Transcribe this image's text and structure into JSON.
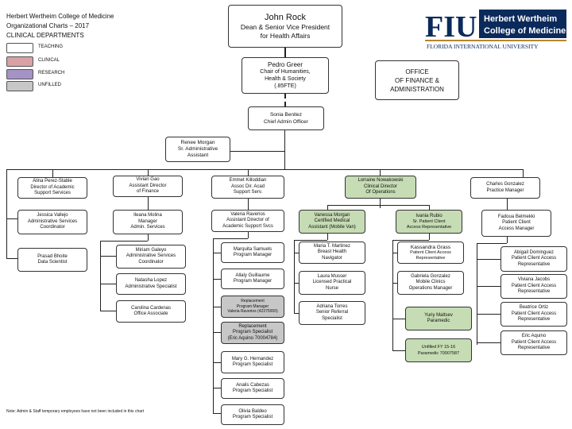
{
  "header": {
    "line1": "Herbert Wertheim College of Medicine",
    "line2": "Organizational Charts – 2017",
    "line3": "CLINICAL DEPARTMENTS"
  },
  "legend": [
    {
      "label": "TEACHING",
      "color": "#ffffff"
    },
    {
      "label": "CLINICAL",
      "color": "#d9a0a6"
    },
    {
      "label": "RESEARCH",
      "color": "#a493c4"
    },
    {
      "label": "UNFILLED",
      "color": "#c7c7c7"
    }
  ],
  "logo": {
    "mark": "FIU",
    "name1": "Herbert Wertheim",
    "name2": "College of Medicine",
    "sub": "FLORIDA INTERNATIONAL UNIVERSITY",
    "navy": "#0b2a5b",
    "gold": "#b6862c"
  },
  "top": {
    "name": "John Rock",
    "title1": "Dean & Senior Vice President",
    "title2": "for Health Affairs"
  },
  "greer": {
    "name": "Pedro Greer",
    "t1": "Chair of Humanities,",
    "t2": "Health & Society",
    "t3": "(.85FTE)"
  },
  "office": {
    "l1": "OFFICE",
    "l2": "OF FINANCE &",
    "l3": "ADMINISTRATION"
  },
  "benitez": {
    "name": "Sonia Benitez",
    "title": "Chief Admin Officer"
  },
  "morgan_r": {
    "name": "Renee Morgan",
    "t1": "Sr. Administrative",
    "t2": "Assistant"
  },
  "cols": {
    "c1": [
      {
        "l1": "Alina Perez-Stable",
        "l2": "Director of Academic",
        "l3": "Support Services"
      },
      {
        "l1": "Jessica Vallejo",
        "l2": "Administrative Services",
        "l3": "Coordinator"
      },
      {
        "l1": "Prasad Bhoite",
        "l2": "Data Scientist",
        "l3": ""
      }
    ],
    "c2": [
      {
        "l1": "Vivian Gao",
        "l2": "Assistant Director",
        "l3": "of Finance"
      },
      {
        "l1": "Ileana Molina",
        "l2": "Manager",
        "l3": "Admin. Services"
      },
      {
        "l1": "Miriam Galeyo",
        "l2": "Administrative Services",
        "l3": "Coordinator"
      },
      {
        "l1": "Natasha Lopez",
        "l2": "Administrative Specialist",
        "l3": ""
      },
      {
        "l1": "Carolina Cardenas",
        "l2": "Office Associate",
        "l3": ""
      }
    ],
    "c3": [
      {
        "l1": "Emmet Killoddian",
        "l2": "Assoc Dir. Acad",
        "l3": "Support Serv."
      },
      {
        "l1": "Valeria Raverios",
        "l2": "Assistant Director of",
        "l3": "Academic Support Svcs"
      },
      {
        "l1": "Marquita Samuels",
        "l2": "Program Manager",
        "l3": ""
      },
      {
        "l1": "Allaly Guillaume",
        "l2": "Program Manager",
        "l3": ""
      },
      {
        "l1": "Replacement",
        "l2": "Program Manager",
        "l3": "Valeria Raverios (42375000)"
      },
      {
        "l1": "Replacement",
        "l2": "Program Specialist",
        "l3": "(Eric Aquino 70004784)"
      },
      {
        "l1": "Mary G. Hernandez",
        "l2": "Program Specialist",
        "l3": ""
      },
      {
        "l1": "Analis Cabezas",
        "l2": "Program Specialist",
        "l3": ""
      },
      {
        "l1": "Olivia Baldeo",
        "l2": "Program Specialist",
        "l3": ""
      }
    ],
    "c4": [
      {
        "l1": "Lorraine Nowakowski",
        "l2": "Clinical Director",
        "l3": "Of Operations"
      },
      {
        "l1": "Vanessa Morgan",
        "l2": "Certified Medical",
        "l3": "Assistant (Mobile Van)"
      },
      {
        "l1": "Maria T. Martinez",
        "l2": "Breast Health",
        "l3": "Navigator"
      },
      {
        "l1": "Laura Musser",
        "l2": "Licensed Practical",
        "l3": "Nurse"
      },
      {
        "l1": "Adriana Torres",
        "l2": "Senior Referral",
        "l3": "Specialist"
      }
    ],
    "c5": [
      {
        "l1": "Ivania Rubio",
        "l2": "Sr. Patient Client",
        "l3": "Access Representative"
      },
      {
        "l1": "Kassandra Grass",
        "l2": "Patient Client Access",
        "l3": "Representative"
      },
      {
        "l1": "Gabriela Gonzalez",
        "l2": "Mobile Clinics",
        "l3": "Operations Manager"
      },
      {
        "l1": "Yuriy Maltsev",
        "l2": "Paramedic",
        "l3": ""
      },
      {
        "l1": "Unfilled FY 15-16",
        "l2": "Paramedic 70007587",
        "l3": ""
      }
    ],
    "c6": [
      {
        "l1": "Charles Gonzalez",
        "l2": "Practice Manager",
        "l3": ""
      },
      {
        "l1": "Fadoua Belmekki",
        "l2": "Patient Client",
        "l3": "Access Manager"
      },
      {
        "l1": "Abigail Dominguez",
        "l2": "Patient Client Access",
        "l3": "Representative"
      },
      {
        "l1": "Viviana Jacobs",
        "l2": "Patient Client Access",
        "l3": "Representative"
      },
      {
        "l1": "Beatrice Ortiz",
        "l2": "Patient Client Access",
        "l3": "Representative"
      },
      {
        "l1": "Eric Aquino",
        "l2": "Patient Client Access",
        "l3": "Representative"
      }
    ]
  },
  "note": "Note: Admin & Staff temporary employees have not been included in this chart"
}
